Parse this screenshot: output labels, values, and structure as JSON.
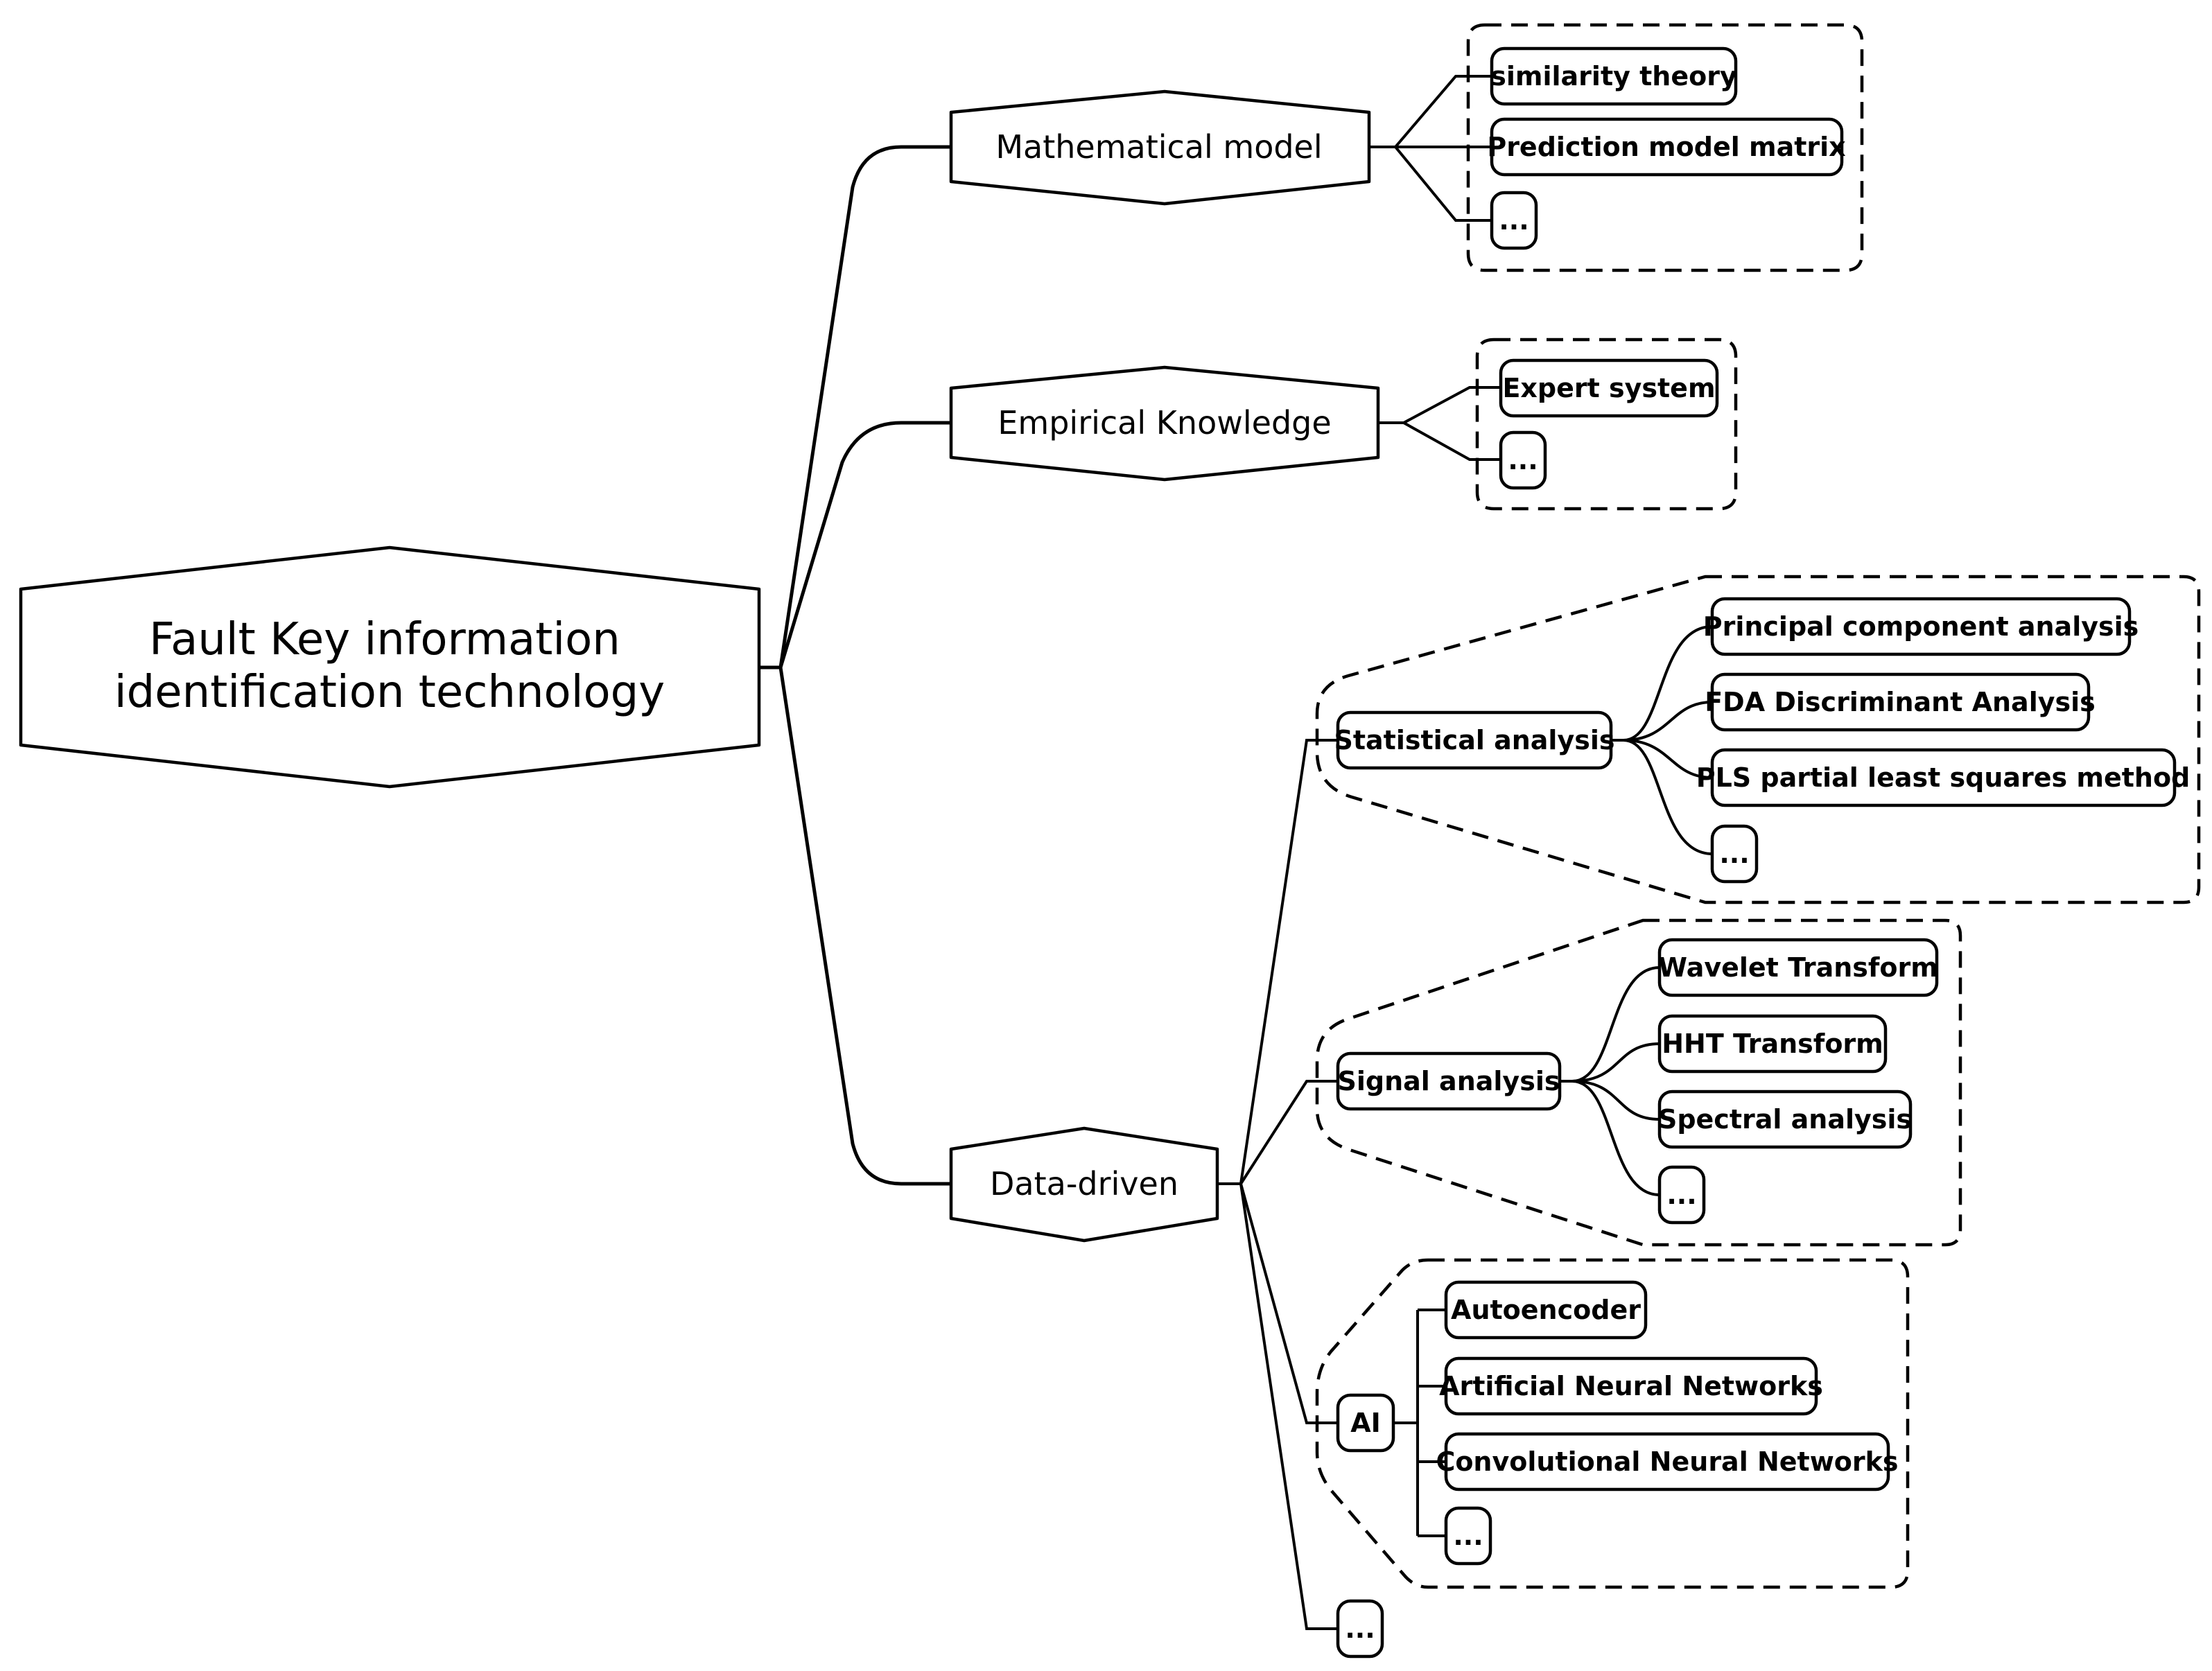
{
  "root": {
    "line1": "Fault Key information",
    "line2": "identification technology"
  },
  "branches": {
    "math": {
      "label": "Mathematical model",
      "items": [
        "similarity theory",
        "Prediction model matrix",
        "..."
      ]
    },
    "empirical": {
      "label": "Empirical Knowledge",
      "items": [
        "Expert system",
        "..."
      ]
    },
    "data": {
      "label": "Data-driven",
      "statistical": {
        "label": "Statistical analysis",
        "items": [
          "Principal component analysis",
          "FDA Discriminant Analysis",
          "PLS partial least squares method",
          "..."
        ]
      },
      "signal": {
        "label": "Signal analysis",
        "items": [
          "Wavelet Transform",
          "HHT Transform",
          "Spectral analysis",
          "..."
        ]
      },
      "ai": {
        "label": "AI",
        "items": [
          "Autoencoder",
          "Artificial Neural Networks",
          "Convolutional Neural Networks",
          "..."
        ]
      },
      "more": "..."
    }
  }
}
